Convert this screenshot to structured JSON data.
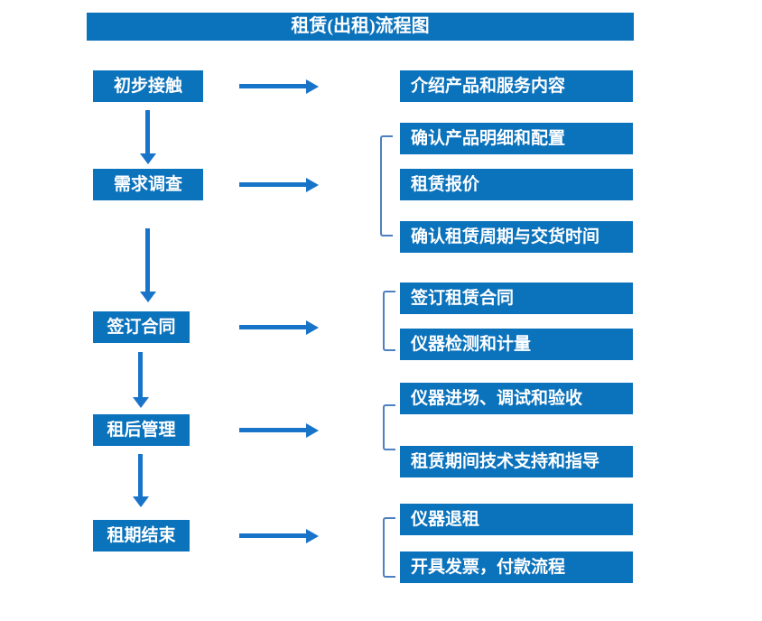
{
  "title": "租赁(出租)流程图",
  "colors": {
    "box": "#0b72bc",
    "arrow": "#1874c8",
    "bracket": "#4c80c0",
    "text": "#ffffff"
  },
  "stages": [
    {
      "label": "初步接触",
      "outputs": [
        "介绍产品和服务内容"
      ]
    },
    {
      "label": "需求调查",
      "outputs": [
        "确认产品明细和配置",
        "租赁报价",
        "确认租赁周期与交货时间"
      ]
    },
    {
      "label": "签订合同",
      "outputs": [
        "签订租赁合同",
        "仪器检测和计量"
      ]
    },
    {
      "label": "租后管理",
      "outputs": [
        "仪器进场、调试和验收",
        "租赁期间技术支持和指导"
      ]
    },
    {
      "label": "租期结束",
      "outputs": [
        "仪器退租",
        "开具发票，付款流程"
      ]
    }
  ]
}
